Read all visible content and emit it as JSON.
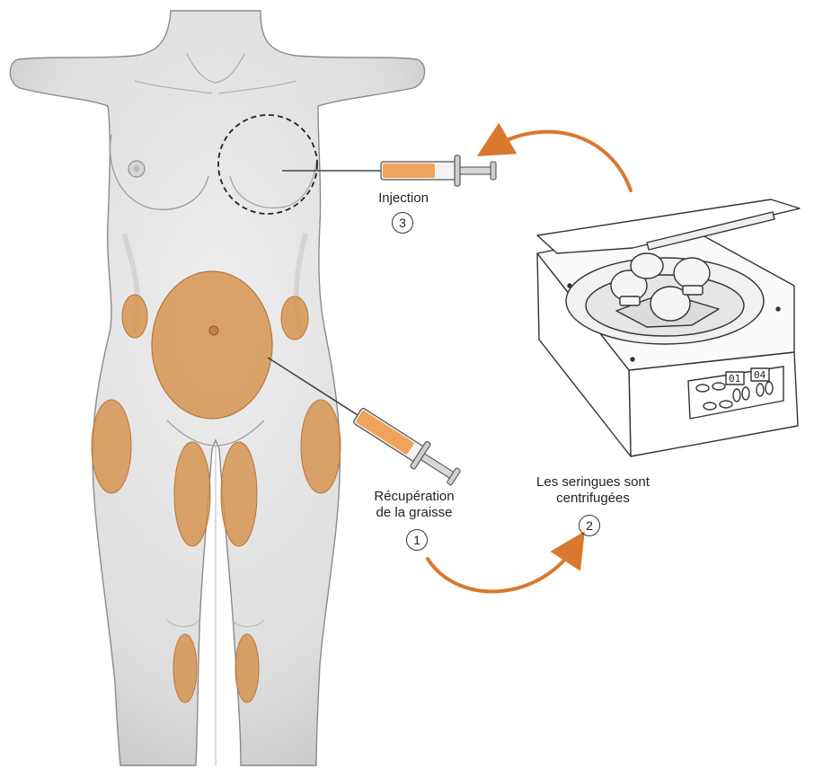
{
  "colors": {
    "skin": "#e3e3e3",
    "skin_shadow": "#bdbdbd",
    "outline": "#8a8a8a",
    "fat_zone": "#d4914b",
    "fat_zone_stroke": "#b8773a",
    "arrow": "#d9782e",
    "syringe_fill": "#f0a35c",
    "device_line": "#333333"
  },
  "steps": {
    "harvest": {
      "line1": "Récupération",
      "line2": "de la graisse",
      "number": "1"
    },
    "centrifuge": {
      "line1": "Les seringues sont",
      "line2": "centrifugées",
      "number": "2"
    },
    "inject": {
      "line1": "Injection",
      "number": "3"
    }
  },
  "device": {
    "display_left": "01",
    "display_right": "04"
  }
}
